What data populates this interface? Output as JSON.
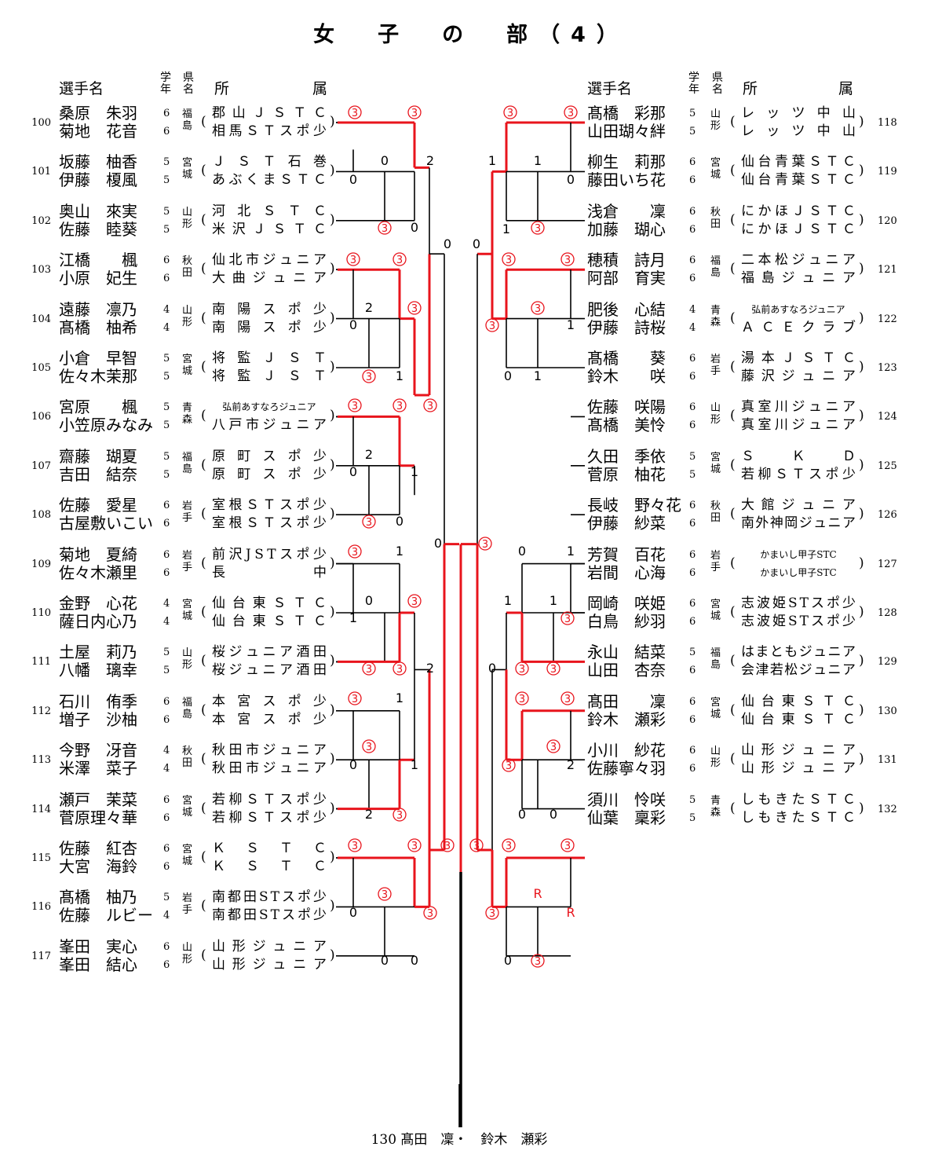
{
  "title": "女　子　の　部（4）",
  "header": {
    "name": "選手名",
    "grade": "学年",
    "pref": "県名",
    "club_a": "所",
    "club_b": "属"
  },
  "left_entries": [
    {
      "no": "100",
      "p1": "桑原　朱羽",
      "p2": "菊地　花音",
      "g1": "6",
      "g2": "6",
      "pref": "福島",
      "c1": "郡山ＪＳＴＣ",
      "c2": "相馬ＳＴスポ少"
    },
    {
      "no": "101",
      "p1": "坂藤　柚香",
      "p2": "伊藤　榎風",
      "g1": "5",
      "g2": "5",
      "pref": "宮城",
      "c1": "ＪＳＴ石巻",
      "c2": "あぶくまＳＴＣ"
    },
    {
      "no": "102",
      "p1": "奥山　來実",
      "p2": "佐藤　睦葵",
      "g1": "5",
      "g2": "5",
      "pref": "山形",
      "c1": "河北ＳＴＣ",
      "c2": "米沢ＪＳＴＣ"
    },
    {
      "no": "103",
      "p1": "江橋　　楓",
      "p2": "小原　妃生",
      "g1": "6",
      "g2": "6",
      "pref": "秋田",
      "c1": "仙北市ジュニア",
      "c2": "大曲ジュニア"
    },
    {
      "no": "104",
      "p1": "遠藤　凛乃",
      "p2": "髙橋　柚希",
      "g1": "4",
      "g2": "4",
      "pref": "山形",
      "c1": "南陽スポ少",
      "c2": "南陽スポ少"
    },
    {
      "no": "105",
      "p1": "小倉　早智",
      "p2": "佐々木茉那",
      "g1": "5",
      "g2": "5",
      "pref": "宮城",
      "c1": "将監ＪＳＴ",
      "c2": "将監ＪＳＴ"
    },
    {
      "no": "106",
      "p1": "宮原　　楓",
      "p2": "小笠原みなみ",
      "g1": "5",
      "g2": "5",
      "pref": "青森",
      "c1": "弘前あすなろジュニア",
      "c2": "八戸市ジュニア"
    },
    {
      "no": "107",
      "p1": "齋藤　瑚夏",
      "p2": "吉田　結奈",
      "g1": "5",
      "g2": "5",
      "pref": "福島",
      "c1": "原町スポ少",
      "c2": "原町スポ少"
    },
    {
      "no": "108",
      "p1": "佐藤　愛星",
      "p2": "古屋敷いこい",
      "g1": "6",
      "g2": "6",
      "pref": "岩手",
      "c1": "室根ＳＴスポ少",
      "c2": "室根ＳＴスポ少"
    },
    {
      "no": "109",
      "p1": "菊地　夏綺",
      "p2": "佐々木瀬里",
      "g1": "6",
      "g2": "6",
      "pref": "岩手",
      "c1": "前沢JSTスポ少",
      "c2": "長中"
    },
    {
      "no": "110",
      "p1": "金野　心花",
      "p2": "薩日内心乃",
      "g1": "4",
      "g2": "4",
      "pref": "宮城",
      "c1": "仙台東ＳＴＣ",
      "c2": "仙台東ＳＴＣ"
    },
    {
      "no": "111",
      "p1": "土屋　莉乃",
      "p2": "八幡　璃幸",
      "g1": "5",
      "g2": "5",
      "pref": "山形",
      "c1": "桜ジュニア酒田",
      "c2": "桜ジュニア酒田"
    },
    {
      "no": "112",
      "p1": "石川　侑季",
      "p2": "増子　沙柚",
      "g1": "6",
      "g2": "6",
      "pref": "福島",
      "c1": "本宮スポ少",
      "c2": "本宮スポ少"
    },
    {
      "no": "113",
      "p1": "今野　冴音",
      "p2": "米澤　菜子",
      "g1": "4",
      "g2": "4",
      "pref": "秋田",
      "c1": "秋田市ジュニア",
      "c2": "秋田市ジュニア"
    },
    {
      "no": "114",
      "p1": "瀬戸　茉菜",
      "p2": "菅原理々華",
      "g1": "6",
      "g2": "6",
      "pref": "宮城",
      "c1": "若柳ＳＴスポ少",
      "c2": "若柳ＳＴスポ少"
    },
    {
      "no": "115",
      "p1": "佐藤　紅杏",
      "p2": "大宮　海鈴",
      "g1": "6",
      "g2": "6",
      "pref": "宮城",
      "c1": "ＫＳＴＣ",
      "c2": "ＫＳＴＣ"
    },
    {
      "no": "116",
      "p1": "髙橋　柚乃",
      "p2": "佐藤　ルビー",
      "g1": "5",
      "g2": "4",
      "pref": "岩手",
      "c1": "南都田STスポ少",
      "c2": "南都田STスポ少"
    },
    {
      "no": "117",
      "p1": "峯田　実心",
      "p2": "峯田　結心",
      "g1": "6",
      "g2": "6",
      "pref": "山形",
      "c1": "山形ジュニア",
      "c2": "山形ジュニア"
    }
  ],
  "right_entries": [
    {
      "no": "118",
      "p1": "髙橋　彩那",
      "p2": "山田瑚々絆",
      "g1": "5",
      "g2": "5",
      "pref": "山形",
      "c1": "レッツ中山",
      "c2": "レッツ中山"
    },
    {
      "no": "119",
      "p1": "柳生　莉那",
      "p2": "藤田いち花",
      "g1": "6",
      "g2": "6",
      "pref": "宮城",
      "c1": "仙台青葉ＳＴＣ",
      "c2": "仙台青葉ＳＴＣ"
    },
    {
      "no": "120",
      "p1": "浅倉　　凜",
      "p2": "加藤　瑚心",
      "g1": "6",
      "g2": "6",
      "pref": "秋田",
      "c1": "にかほＪＳＴＣ",
      "c2": "にかほＪＳＴＣ"
    },
    {
      "no": "121",
      "p1": "穂積　詩月",
      "p2": "阿部　育実",
      "g1": "6",
      "g2": "6",
      "pref": "福島",
      "c1": "二本松ジュニア",
      "c2": "福島ジュニア"
    },
    {
      "no": "122",
      "p1": "肥後　心結",
      "p2": "伊藤　詩桜",
      "g1": "4",
      "g2": "4",
      "pref": "青森",
      "c1": "弘前あすなろジュニア",
      "c2": "ＡＣＥクラブ"
    },
    {
      "no": "123",
      "p1": "髙橋　　葵",
      "p2": "鈴木　　咲",
      "g1": "6",
      "g2": "6",
      "pref": "岩手",
      "c1": "湯本ＪＳＴＣ",
      "c2": "藤沢ジュニア"
    },
    {
      "no": "124",
      "p1": "佐藤　咲陽",
      "p2": "髙橋　美怜",
      "g1": "6",
      "g2": "6",
      "pref": "山形",
      "c1": "真室川ジュニア",
      "c2": "真室川ジュニア"
    },
    {
      "no": "125",
      "p1": "久田　季依",
      "p2": "菅原　柚花",
      "g1": "5",
      "g2": "5",
      "pref": "宮城",
      "c1": "ＳＫＤ",
      "c2": "若柳ＳＴスポ少"
    },
    {
      "no": "126",
      "p1": "長岐　野々花",
      "p2": "伊藤　紗菜",
      "g1": "6",
      "g2": "6",
      "pref": "秋田",
      "c1": "大館ジュニア",
      "c2": "南外神岡ジュニア"
    },
    {
      "no": "127",
      "p1": "芳賀　百花",
      "p2": "岩間　心海",
      "g1": "6",
      "g2": "6",
      "pref": "岩手",
      "c1": "かまいし甲子STC",
      "c2": "かまいし甲子STC"
    },
    {
      "no": "128",
      "p1": "岡崎　咲姫",
      "p2": "白鳥　紗羽",
      "g1": "6",
      "g2": "6",
      "pref": "宮城",
      "c1": "志波姫STスポ少",
      "c2": "志波姫STスポ少"
    },
    {
      "no": "129",
      "p1": "永山　結菜",
      "p2": "山田　杏奈",
      "g1": "5",
      "g2": "6",
      "pref": "福島",
      "c1": "はまともジュニア",
      "c2": "会津若松ジュニア"
    },
    {
      "no": "130",
      "p1": "髙田　　凜",
      "p2": "鈴木　瀬彩",
      "g1": "6",
      "g2": "6",
      "pref": "宮城",
      "c1": "仙台東ＳＴＣ",
      "c2": "仙台東ＳＴＣ"
    },
    {
      "no": "131",
      "p1": "小川　紗花",
      "p2": "佐藤寧々羽",
      "g1": "6",
      "g2": "6",
      "pref": "山形",
      "c1": "山形ジュニア",
      "c2": "山形ジュニア"
    },
    {
      "no": "132",
      "p1": "須川　怜咲",
      "p2": "仙葉　稟彩",
      "g1": "5",
      "g2": "5",
      "pref": "青森",
      "c1": "しもきたＳＴＣ",
      "c2": "しもきたＳＴＣ"
    }
  ],
  "result": "130 髙田　凜・　鈴木　瀬彩",
  "colors": {
    "win_line": "#e8141c",
    "score_red": "#e8141c",
    "line": "#000000"
  }
}
